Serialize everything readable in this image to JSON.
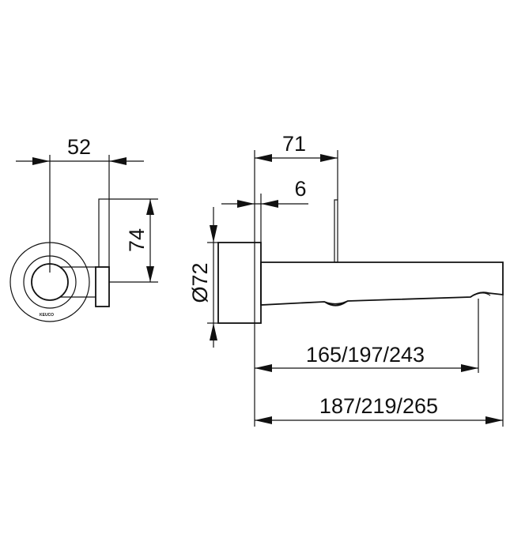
{
  "dimensions": {
    "front_width": "52",
    "front_height": "74",
    "spout_to_lever": "71",
    "rosette_thickness": "6",
    "rosette_diameter": "Ø72",
    "spout_projection": "165/197/243",
    "overall_length": "187/219/265"
  },
  "logo_text": "KEUCO",
  "colors": {
    "line": "#111111",
    "background": "#ffffff"
  }
}
